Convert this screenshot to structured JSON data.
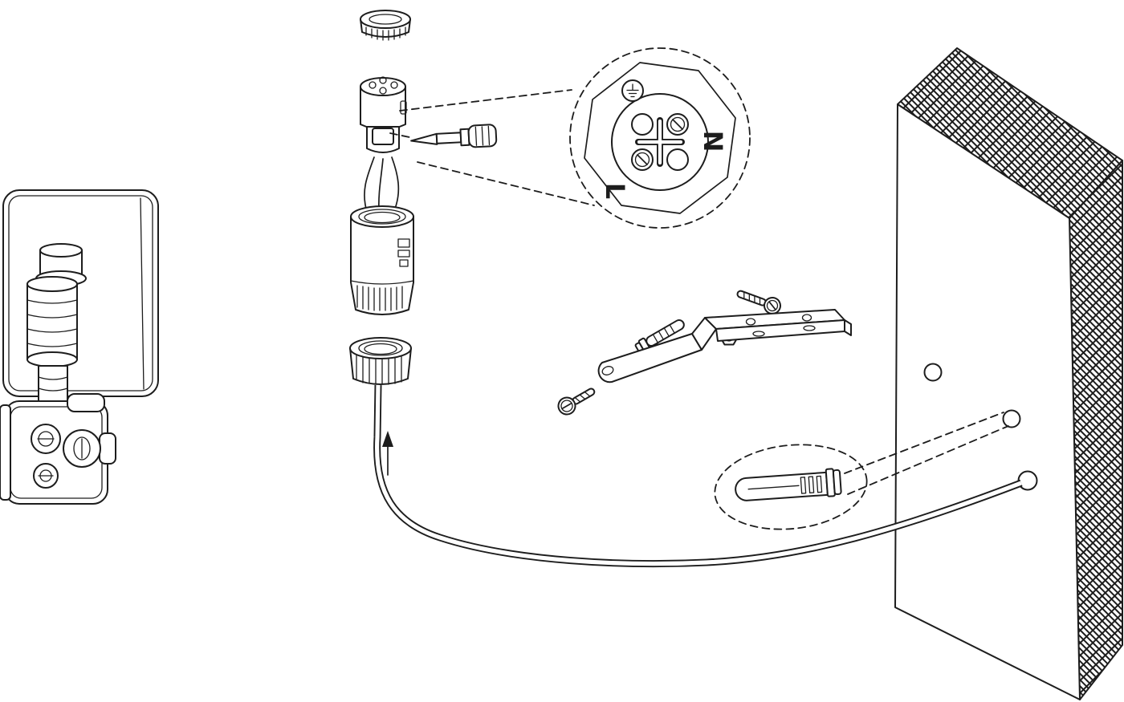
{
  "colors": {
    "line": "#1d1d1d",
    "background": "#ffffff"
  },
  "detail_view": {
    "terminals": {
      "neutral_label": "N",
      "live_label": "L"
    },
    "icons": {
      "ground": "earth-ground-symbol"
    }
  }
}
